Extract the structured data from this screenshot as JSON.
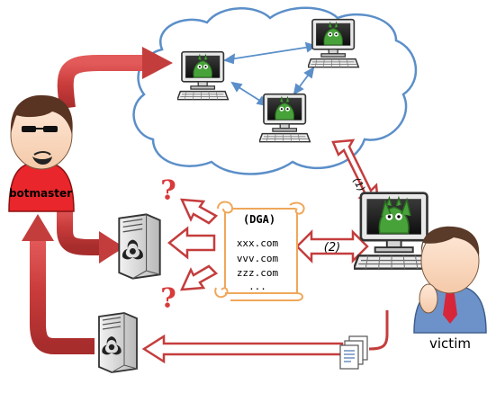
{
  "actors": {
    "botmaster": {
      "label": "botmaster",
      "color": "#e8262b"
    },
    "victim": {
      "label": "victim",
      "shirt_color": "#6d92c9",
      "tie_color": "#d7263a"
    }
  },
  "scroll": {
    "title": "(DGA)",
    "domains": [
      "xxx.com",
      "vvv.com",
      "zzz.com",
      "..."
    ]
  },
  "step_labels": {
    "step1": "(1)",
    "step2": "(2)"
  },
  "colors": {
    "arrow_red": "#c43d3d",
    "cloud_outline": "#5b8fc9",
    "peer_arrow": "#5b8fc9",
    "scroll_border": "#f0a75a",
    "question_mark": "#d93a3a"
  },
  "icons": {
    "cloud": "p2p-cloud",
    "infected_computers": "computer-with-malware-icon",
    "servers": "biohazard-server-icon",
    "documents": "documents-icon",
    "question": "question-mark-icon"
  }
}
